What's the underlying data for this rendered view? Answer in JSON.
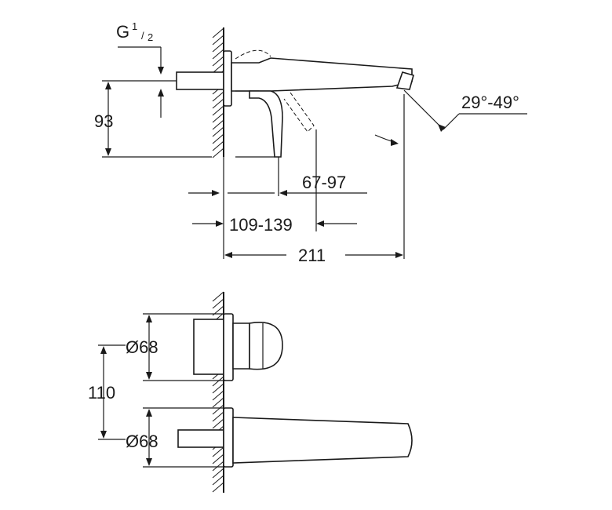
{
  "labels": {
    "thread": "G",
    "thread_sup": "1",
    "thread_sub": "2",
    "height_93": "93",
    "angle": "29°-49°",
    "range_67_97": "67-97",
    "range_109_139": "109-139",
    "length_211": "211",
    "dia_top": "Ø68",
    "dia_bottom": "Ø68",
    "spacing_110": "110"
  },
  "colors": {
    "line": "#1a1a1a",
    "background": "#ffffff"
  }
}
